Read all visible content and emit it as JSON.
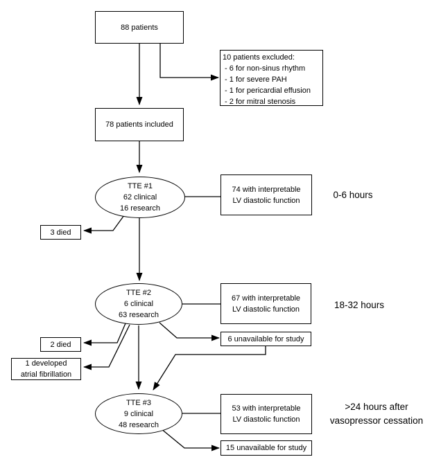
{
  "diagram": {
    "background": "#ffffff",
    "line_color": "#000000",
    "text_color": "#000000",
    "nodes": {
      "patients88": {
        "label": "88 patients"
      },
      "excluded": {
        "title": "10 patients excluded:",
        "items": [
          " - 6 for non-sinus rhythm",
          " - 1 for severe PAH",
          " - 1 for pericardial effusion",
          " - 2 for mitral stenosis"
        ]
      },
      "included78": {
        "label": "78 patients included"
      },
      "tte1": {
        "title": "TTE #1",
        "clinical": "62 clinical",
        "research": "16 research"
      },
      "interp74": {
        "line1": "74 with interpretable",
        "line2": "LV diastolic function"
      },
      "died3": {
        "label": "3 died"
      },
      "tte2": {
        "title": "TTE #2",
        "clinical": "6 clinical",
        "research": "63 research"
      },
      "interp67": {
        "line1": "67 with interpretable",
        "line2": "LV diastolic function"
      },
      "unavail6": {
        "label": "6 unavailable for study"
      },
      "died2": {
        "label": "2 died"
      },
      "afib": {
        "line1": "1 developed",
        "line2": "atrial fibrillation"
      },
      "tte3": {
        "title": "TTE #3",
        "clinical": "9 clinical",
        "research": "48 research"
      },
      "interp53": {
        "line1": "53 with interpretable",
        "line2": "LV diastolic function"
      },
      "unavail15": {
        "label": "15 unavailable for study"
      }
    },
    "timepoints": {
      "t1": "0-6 hours",
      "t2": "18-32 hours",
      "t3_line1": ">24 hours after",
      "t3_line2": "vasopressor cessation"
    }
  }
}
